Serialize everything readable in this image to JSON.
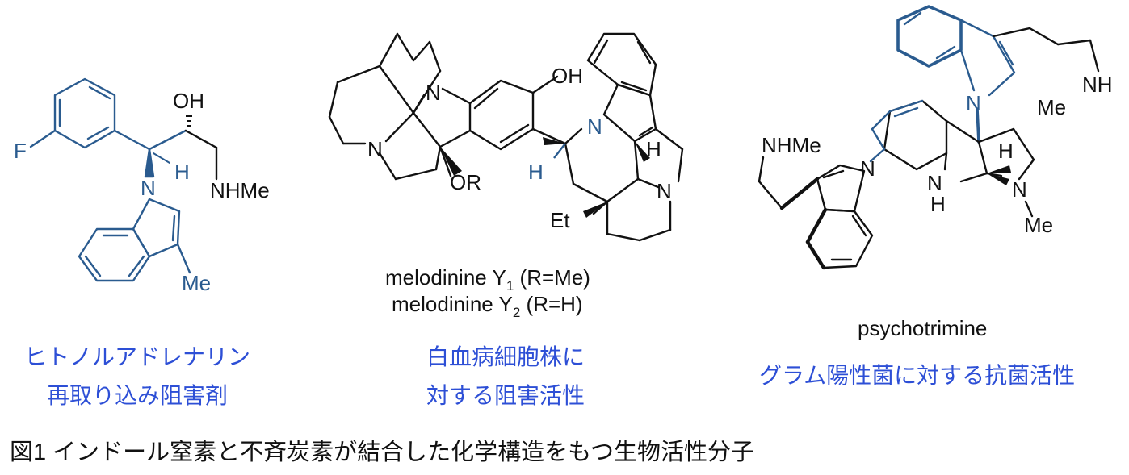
{
  "molecules": [
    {
      "atoms": [
        "F",
        "OH",
        "H",
        "N",
        "NHMe",
        "Me"
      ],
      "activity": [
        "ヒトノルアドレナリン",
        "再取り込み阻害剤"
      ]
    },
    {
      "atoms": [
        "N",
        "OH",
        "N",
        "N",
        "H",
        "H",
        "N",
        "OR",
        "Et"
      ],
      "names": [
        "melodinine Y",
        "1",
        " (R=Me)",
        "melodinine Y",
        "2",
        " (R=H)"
      ],
      "activity": [
        "白血病細胞株に",
        "対する阻害活性"
      ]
    },
    {
      "atoms": [
        "N",
        "NH",
        "Me",
        "NHMe",
        "N",
        "N",
        "H",
        "N",
        "H",
        "N",
        "Me"
      ],
      "name": "psychotrimine",
      "activity": [
        "グラム陽性菌に対する抗菌活性"
      ]
    }
  ],
  "figure_caption": "図1 インドール窒素と不斉炭素が結合した化学構造をもつ生物活性分子",
  "colors": {
    "blue": "#2d4fd6",
    "bond_blue": "#2a5b8f",
    "black": "#111111"
  }
}
